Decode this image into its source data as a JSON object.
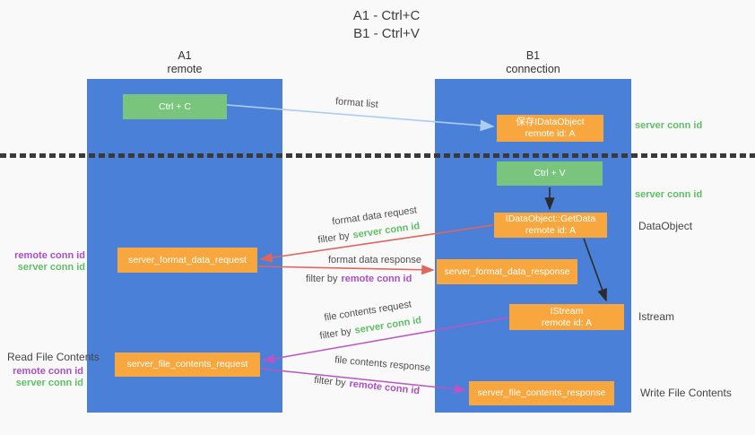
{
  "title": {
    "line1": "A1 - Ctrl+C",
    "line2": "B1 - Ctrl+V"
  },
  "lanes": {
    "a1": {
      "name": "A1",
      "role": "remote"
    },
    "b1": {
      "name": "B1",
      "role": "connection"
    }
  },
  "nodes": {
    "ctrl_c": {
      "label": "Ctrl + C"
    },
    "save_idataobject": {
      "line1": "保存IDataObject",
      "line2": "remote id: A"
    },
    "ctrl_v": {
      "label": "Ctrl + V"
    },
    "getdata": {
      "line1": "IDataObject::GetData",
      "line2": "remote id: A"
    },
    "format_request": {
      "label": "server_format_data_request"
    },
    "format_response": {
      "label": "server_format_data_response"
    },
    "istream": {
      "line1": "IStream",
      "line2": "remote id: A"
    },
    "file_request": {
      "label": "server_file_contents_request"
    },
    "file_response": {
      "label": "server_file_contents_response"
    }
  },
  "flow_labels": {
    "format_list": "format list",
    "format_data_request": "format data request",
    "format_data_response": "format data response",
    "file_contents_request": "file contents request",
    "file_contents_response": "file contents response",
    "filter_by": "filter by",
    "server_conn_id": "server conn id",
    "remote_conn_id": "remote conn id"
  },
  "side_labels": {
    "server_conn_id_top": "server conn id",
    "server_conn_id_mid": "server conn id",
    "dataobject": "DataObject",
    "istream": "Istream",
    "write_file_contents": "Write File Contents",
    "read_file_contents": "Read File Contents",
    "remote_conn_id_mid": "remote conn id",
    "server_conn_id_left_mid": "server conn id",
    "remote_conn_id_bottom": "remote conn id",
    "server_conn_id_bottom": "server conn id"
  },
  "colors": {
    "lane_blue": "#4a80d8",
    "box_green": "#79c57e",
    "box_orange": "#f7a73e",
    "conn_green": "#5fbe66",
    "conn_purple": "#ab4fc4",
    "arrow_red": "#e0655c",
    "arrow_magenta": "#bb55c4",
    "arrow_lightblue": "#aacdf0",
    "arrow_black": "#2b2b2b"
  }
}
